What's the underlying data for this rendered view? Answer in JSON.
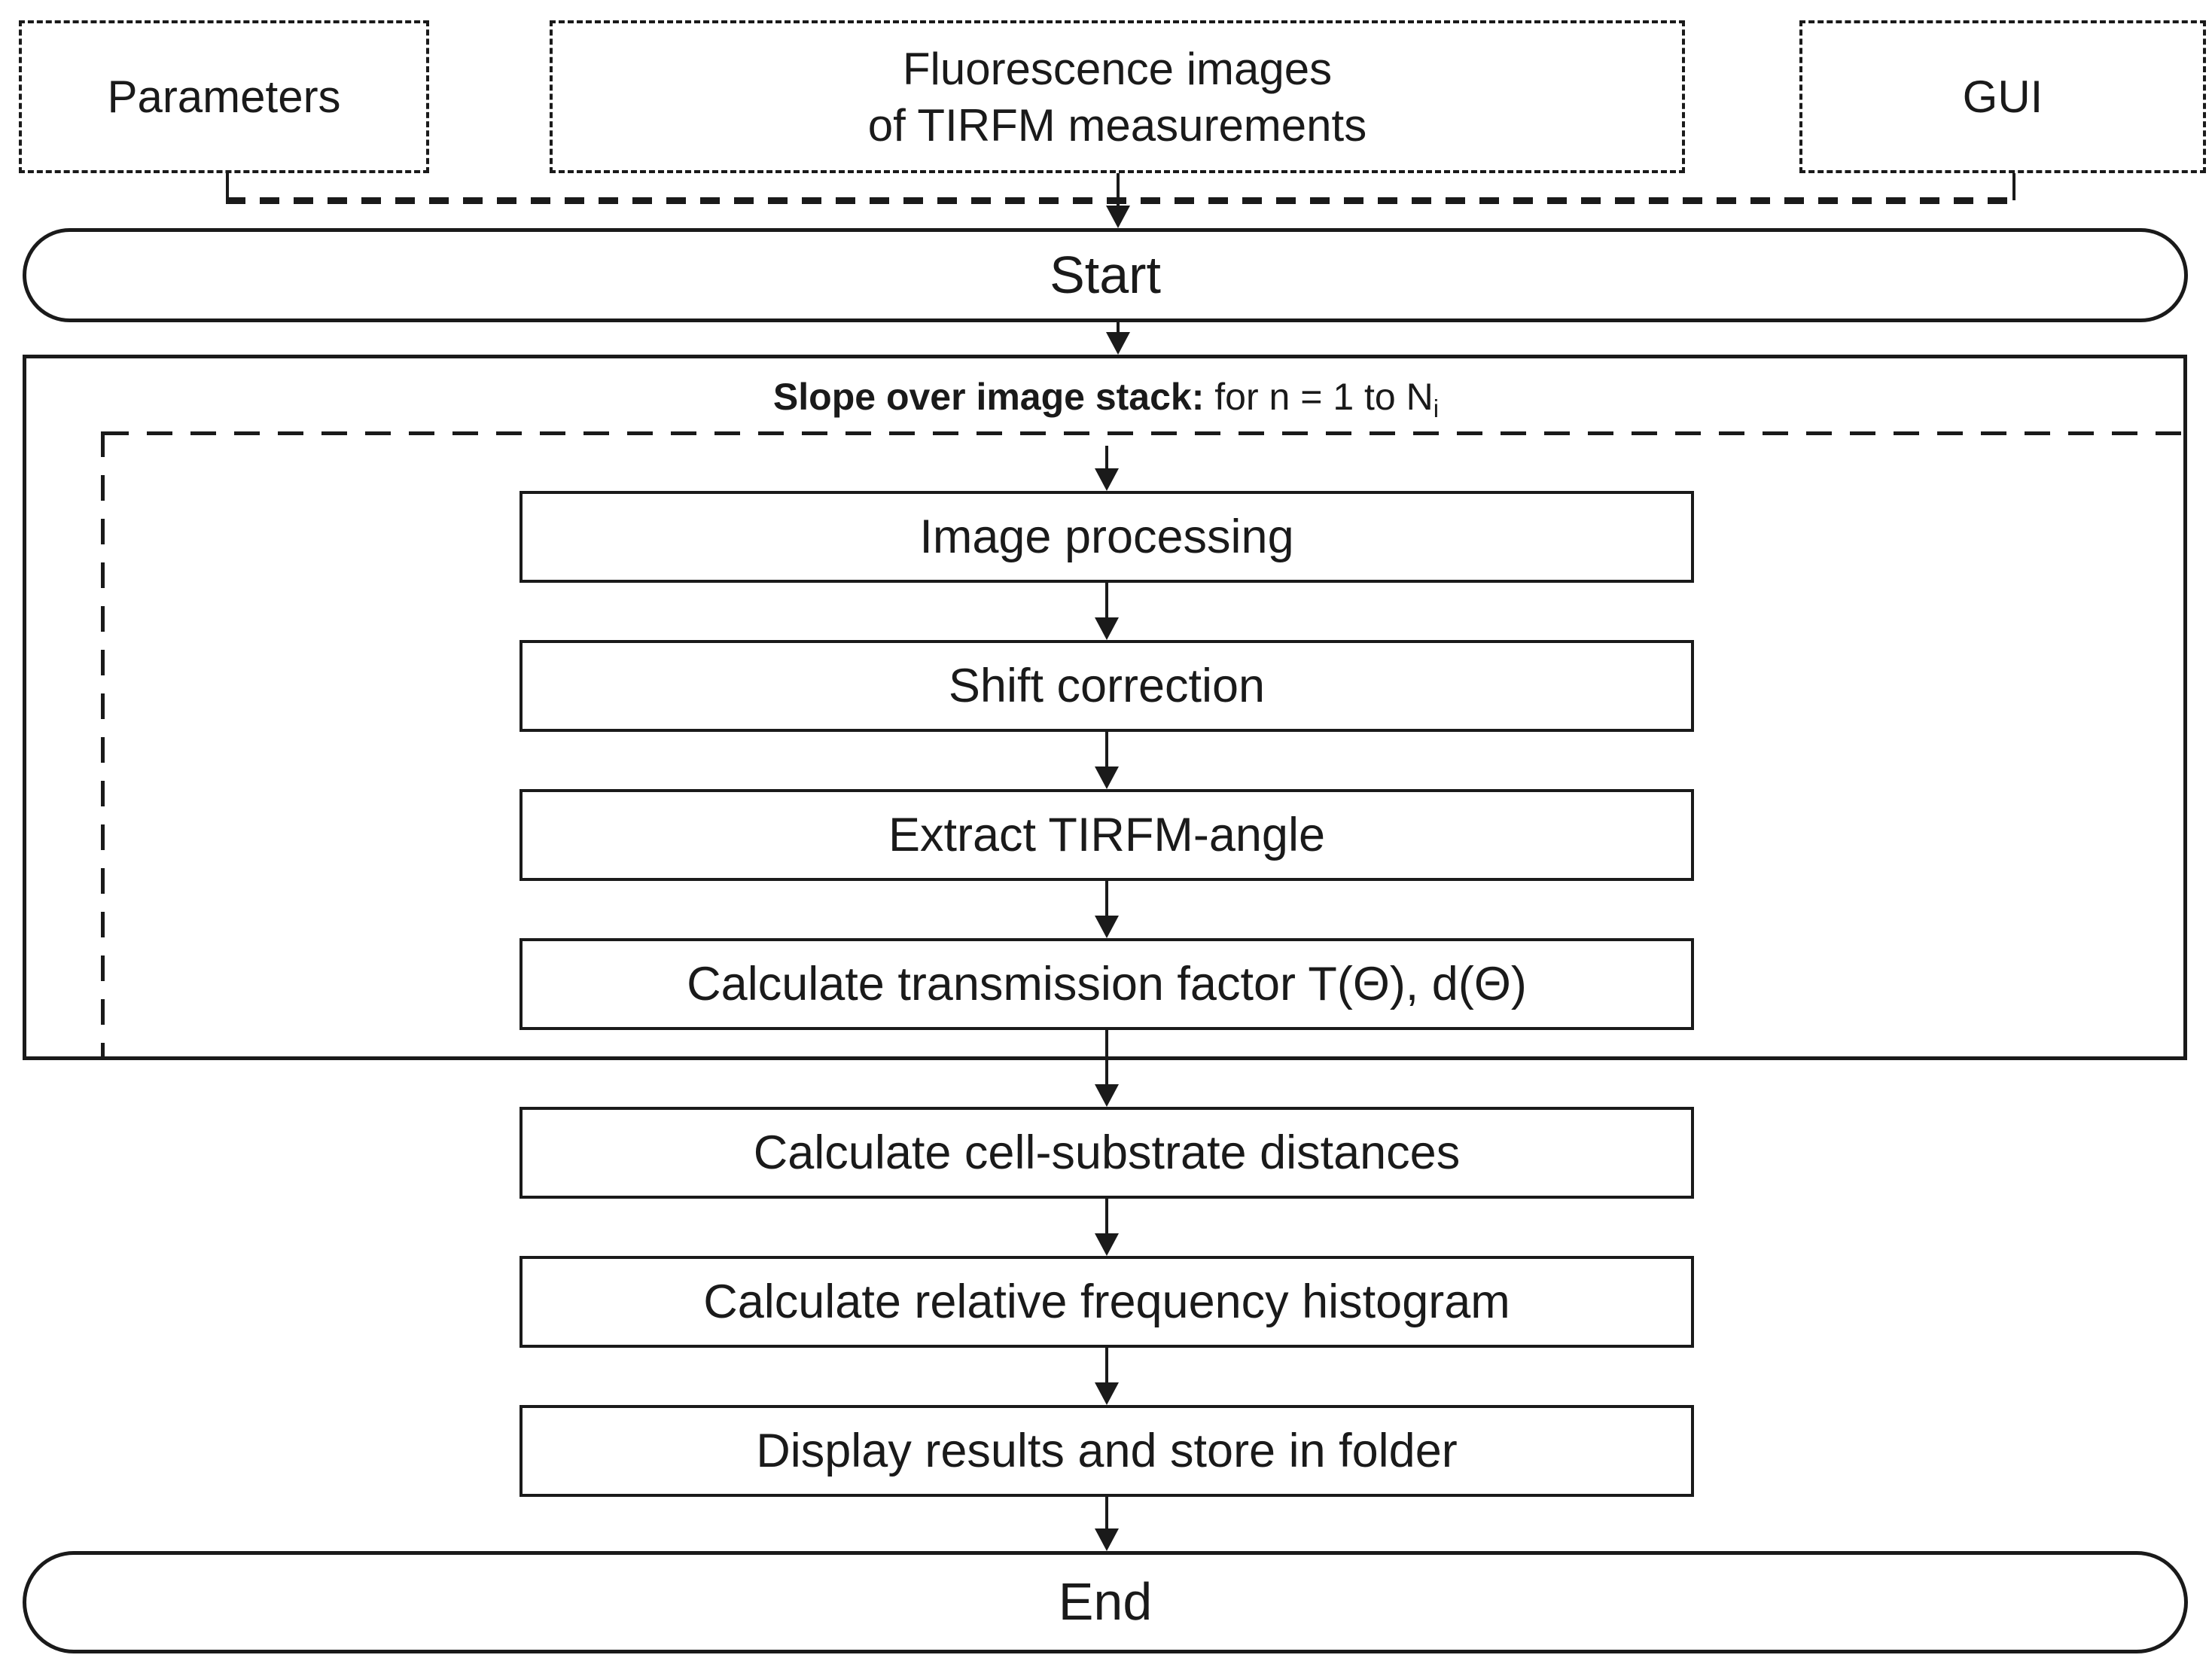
{
  "diagram": {
    "inputs": {
      "parameters": {
        "label": "Parameters"
      },
      "fluorescence": {
        "line1": "Fluorescence images",
        "line2": "of TIRFM measurements"
      },
      "gui": {
        "label": "GUI"
      }
    },
    "terminals": {
      "start": "Start",
      "end": "End"
    },
    "loop": {
      "label_bold": "Slope over image stack:",
      "label_rest": " for n = 1 to N",
      "label_subscript": "i",
      "steps": [
        "Image processing",
        "Shift correction",
        "Extract TIRFM-angle",
        "Calculate transmission factor T(Θ), d(Θ)"
      ]
    },
    "post_steps": [
      "Calculate cell-substrate distances",
      "Calculate relative frequency histogram",
      "Display results and store in folder"
    ],
    "colors": {
      "line": "#1a1a1a",
      "text": "#1a1a1a",
      "background": "#ffffff"
    }
  }
}
